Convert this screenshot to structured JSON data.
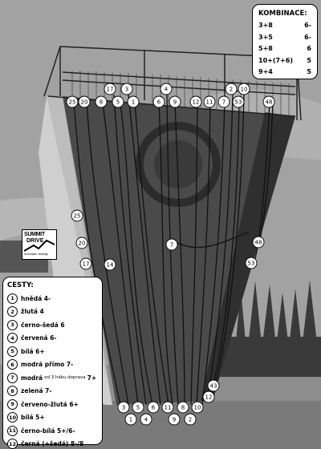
{
  "kombinace": {
    "title": "KOMBINACE:",
    "rows": [
      {
        "combo": "3+8",
        "grade": "6-"
      },
      {
        "combo": "3+5",
        "grade": "6-"
      },
      {
        "combo": "5+8",
        "grade": "6"
      },
      {
        "combo": "10+(7+6)",
        "grade": "5"
      },
      {
        "combo": "9+4",
        "grade": "5"
      }
    ]
  },
  "cesty": {
    "title": "CESTY:",
    "routes": [
      {
        "num": "1",
        "name": "hnědá 4-"
      },
      {
        "num": "2",
        "name": "žlutá 4"
      },
      {
        "num": "3",
        "name": "černo-šedá 6"
      },
      {
        "num": "4",
        "name": "červená 6-"
      },
      {
        "num": "5",
        "name": "bílá 6+"
      },
      {
        "num": "6",
        "name": "modrá přímo 7-"
      },
      {
        "num": "7",
        "name": "modrá",
        "note": "od 3 háku doprava",
        "grade": "7+"
      },
      {
        "num": "8",
        "name": "zelená 7-"
      },
      {
        "num": "9",
        "name": "červeno-žlutá 6+"
      },
      {
        "num": "10",
        "name": "bílá 5+"
      },
      {
        "num": "11",
        "name": "černo-bílá 5+/6-"
      },
      {
        "num": "12",
        "name": "černá (+šedá) 8-/8"
      }
    ]
  },
  "logo": {
    "line1": "SUMMIT",
    "line2": "DRIVE",
    "line3": "mountain activity"
  },
  "top_markers_lower": [
    "25",
    "20",
    "8",
    "5",
    "1",
    "6",
    "9",
    "12",
    "11",
    "7",
    "53",
    "48"
  ],
  "top_markers_upper": [
    "17",
    "3",
    "4",
    "2",
    "10"
  ],
  "side_markers": [
    "25",
    "20",
    "17",
    "14",
    "7",
    "48",
    "53",
    "43",
    "12"
  ],
  "bottom_markers_upper": [
    "3",
    "5",
    "6",
    "11",
    "8",
    "10"
  ],
  "bottom_markers_lower": [
    "1",
    "4",
    "9",
    "2"
  ],
  "colors": {
    "sky": "#9c9c9c",
    "tower_face": "#4a4a4a",
    "tower_side": "#2e2e2e",
    "ground": "#8d8d8d",
    "panel_bg": "#ffffff"
  }
}
